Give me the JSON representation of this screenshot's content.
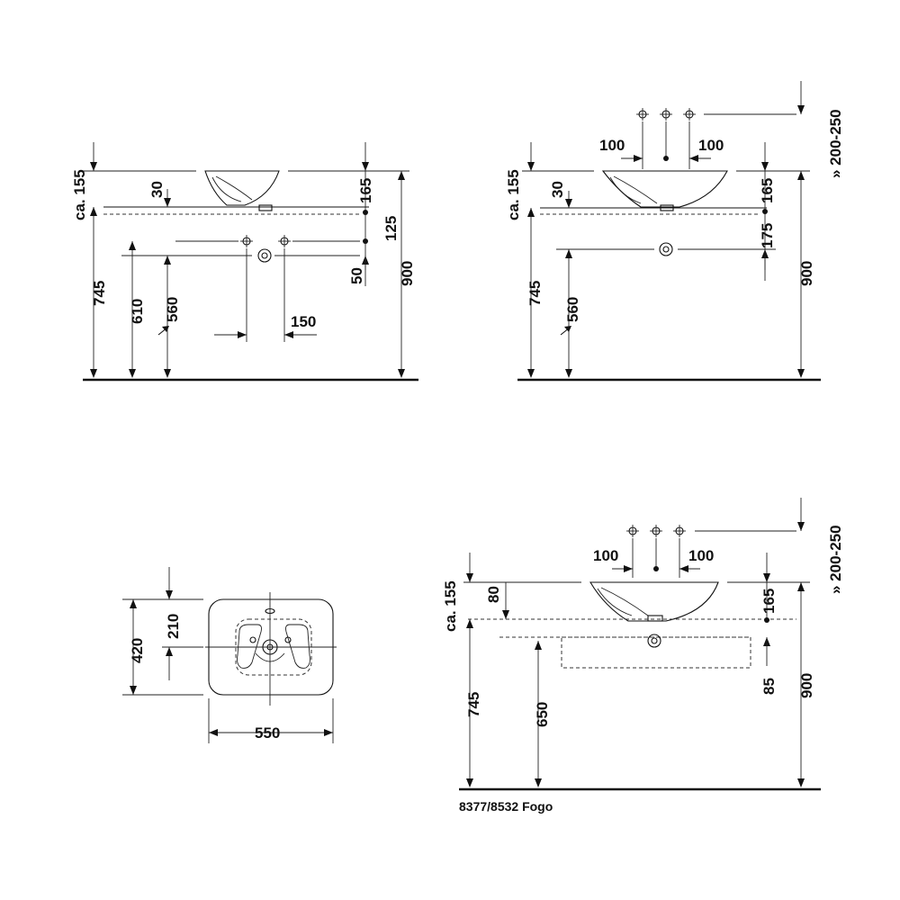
{
  "views": {
    "top_left": {
      "ca155": "ca. 155",
      "d30": "30",
      "d165": "165",
      "d125": "125",
      "d50": "50",
      "d900": "900",
      "d745": "745",
      "d610": "610",
      "d560": "560",
      "d150": "150"
    },
    "top_right": {
      "d200_250": "200-250",
      "d100_left": "100",
      "d100_right": "100",
      "ca155": "ca. 155",
      "d30": "30",
      "d165": "165",
      "d175": "175",
      "d900": "900",
      "d745": "745",
      "d560": "560"
    },
    "plan": {
      "d420": "420",
      "d210": "210",
      "d550": "550"
    },
    "bottom_right": {
      "d200_250": "200-250",
      "d100_left": "100",
      "d100_right": "100",
      "ca155": "ca. 155",
      "d80": "80",
      "d165": "165",
      "d85": "85",
      "d900": "900",
      "d745": "745",
      "d650": "650",
      "caption": "8377/8532 Fogo"
    }
  }
}
